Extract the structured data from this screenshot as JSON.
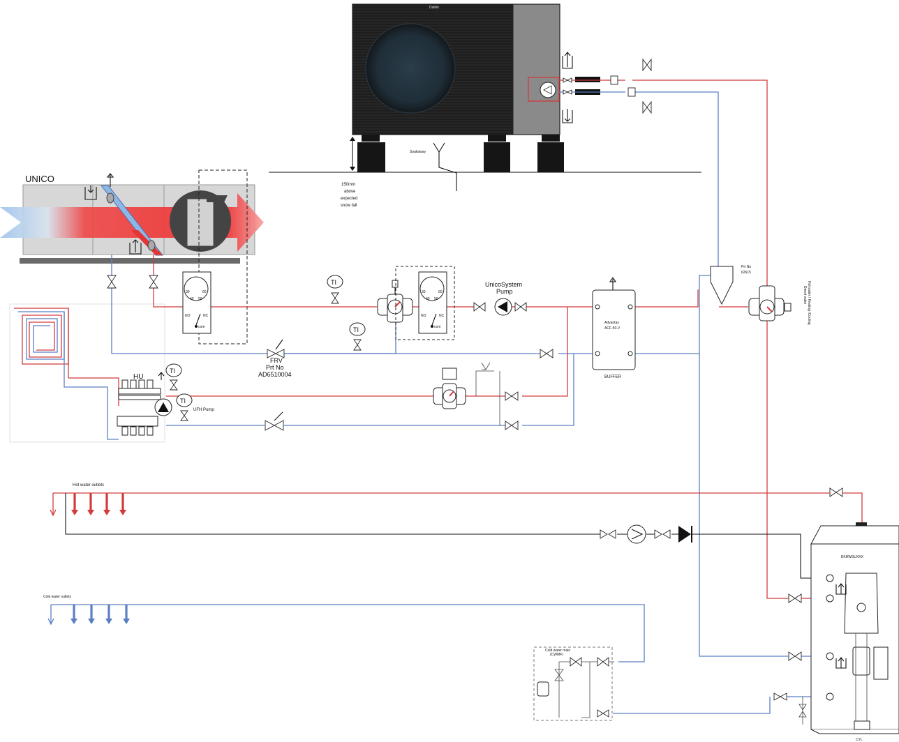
{
  "labels": {
    "unico": "UNICO",
    "hu": "HU",
    "ti": "TI",
    "ufh_pump": "UFH Pump",
    "frv": "FRV",
    "frv_prt": "Prt No",
    "frv_part": "AD6510004",
    "unicosystem_pump": "UnicoSystem",
    "unicosystem_pump_2": "Pump",
    "buffer_name": "Advantay",
    "buffer_model": "ACF-50-V",
    "buffer": "BUFFER",
    "hydro_prt": "Prt No",
    "hydro_part": "62615",
    "diverter": "Hot water / Heating /Cooling",
    "diverter_2": "Divert valve",
    "snow_1": "150mm",
    "snow_2": "above",
    "snow_3": "expected",
    "snow_4": "snow fall",
    "soakaway": "Soakaway",
    "brand": "Daikin",
    "hot_outlets": "Hot water outlets",
    "cold_outlets": "Cold water outlets",
    "cwm_1": "Cold water main",
    "cwm_2": "(CWMF)",
    "cylinder": "EKHWSUXXX",
    "cyl": "CYL",
    "no": "NO",
    "nc": "NC",
    "com": "com",
    "d30": "30",
    "d40": "40",
    "d50": "50",
    "d60": "60"
  },
  "colors": {
    "hot": "#d23b3b",
    "cold": "#5a7fc4",
    "unit_body": "#1b1b1b",
    "unit_panel": "#8a8a8a",
    "duct": "#d7d7d7"
  }
}
